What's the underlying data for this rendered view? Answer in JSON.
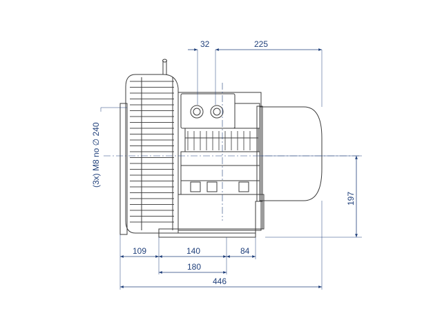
{
  "dimensions": {
    "top_32": "32",
    "top_225": "225",
    "bottom_109": "109",
    "bottom_140": "140",
    "bottom_84": "84",
    "bottom_180": "180",
    "bottom_446": "446",
    "right_197": "197"
  },
  "mounting_note": "(3x) M8 no ∅ 240"
}
